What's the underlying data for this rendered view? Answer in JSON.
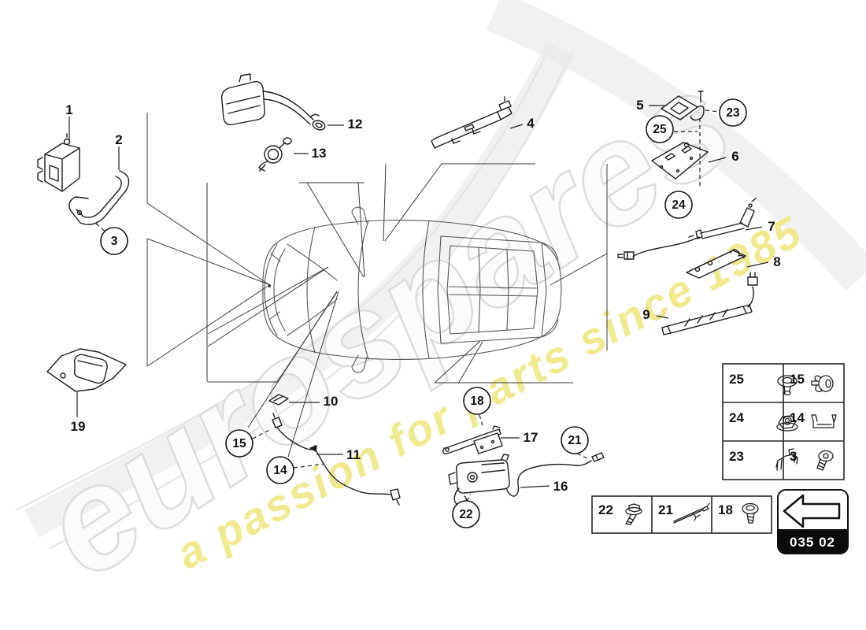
{
  "watermark": {
    "brand": "eurospares",
    "slogan": "a passion for parts since 1985",
    "brand_color": "#dcdcdc",
    "slogan_color": "#f0e98e"
  },
  "labels": {
    "n1": "1",
    "n2": "2",
    "n3": "3",
    "n4": "4",
    "n5": "5",
    "n6": "6",
    "n7": "7",
    "n8": "8",
    "n9": "9",
    "n10": "10",
    "n11": "11",
    "n12": "12",
    "n13": "13",
    "n14": "14",
    "n15": "15",
    "n16": "16",
    "n17": "17",
    "n18": "18",
    "n19": "19",
    "n21": "21",
    "n22": "22",
    "n23": "23",
    "n24": "24",
    "n25": "25"
  },
  "fastener_table": {
    "rows": [
      [
        {
          "label": "25",
          "icon": "grommet-nut-icon"
        },
        {
          "label": "15",
          "icon": "expanding-rivet-icon"
        }
      ],
      [
        {
          "label": "24",
          "icon": "hex-flange-nut-icon"
        },
        {
          "label": "14",
          "icon": "retaining-clip-icon"
        }
      ],
      [
        {
          "label": "23",
          "icon": "cable-clamp-icon"
        },
        {
          "label": "3",
          "icon": "pan-head-screw-icon"
        }
      ]
    ]
  },
  "fastener_strip": {
    "cells": [
      {
        "label": "22",
        "icon": "flange-bolt-icon"
      },
      {
        "label": "21",
        "icon": "cable-rod-icon"
      },
      {
        "label": "18",
        "icon": "tapping-screw-icon"
      }
    ]
  },
  "nav": {
    "section_code": "035 02",
    "arrow_icon": "left-arrow-icon"
  }
}
